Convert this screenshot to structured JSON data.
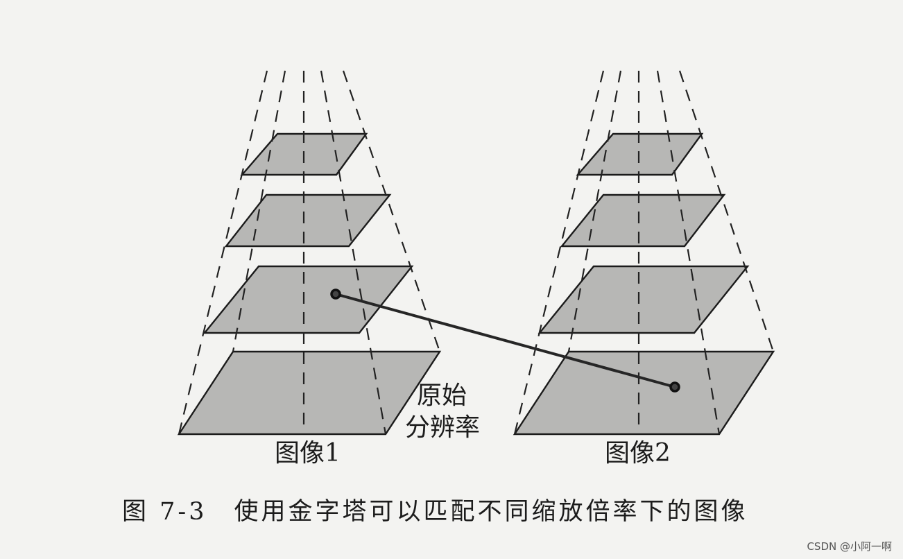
{
  "labels": {
    "image1": "图像1",
    "image2": "图像2",
    "original_line1": "原始",
    "original_line2": "分辨率"
  },
  "caption": "图 7-3　使用金字塔可以匹配不同缩放倍率下的图像",
  "watermark": "CSDN @小阿一啊",
  "pyramids": [
    {
      "name": "image-1-pyramid",
      "levels": 4
    },
    {
      "name": "image-2-pyramid",
      "levels": 4
    }
  ],
  "match": {
    "from": "image-1-level-2",
    "to": "image-2-level-1"
  }
}
